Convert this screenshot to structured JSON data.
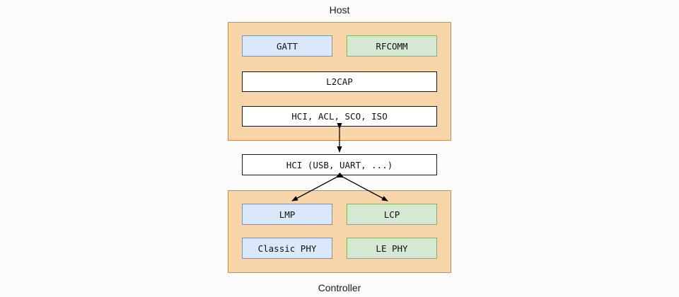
{
  "labels": {
    "host": "Host",
    "controller": "Controller"
  },
  "host_section": {
    "caption": "Host",
    "boxes": [
      {
        "id": "gatt",
        "label": "GATT",
        "variant": "blue"
      },
      {
        "id": "rfcomm",
        "label": "RFCOMM",
        "variant": "green"
      },
      {
        "id": "l2cap",
        "label": "L2CAP",
        "variant": "white"
      },
      {
        "id": "hci_acl_sco_iso",
        "label": "HCI, ACL, SCO, ISO",
        "variant": "white"
      }
    ]
  },
  "transport": {
    "label": "HCI (USB, UART, ...)"
  },
  "controller_section": {
    "caption": "Controller",
    "boxes": [
      {
        "id": "lmp",
        "label": "LMP",
        "variant": "blue"
      },
      {
        "id": "lcp",
        "label": "LCP",
        "variant": "green"
      },
      {
        "id": "classic_phy",
        "label": "Classic PHY",
        "variant": "blue"
      },
      {
        "id": "le_phy",
        "label": "LE PHY",
        "variant": "green"
      }
    ]
  },
  "connections": [
    {
      "from": "hci_acl_sco_iso",
      "to": "transport",
      "style": "double-arrow"
    },
    {
      "from": "transport",
      "to": "lmp",
      "style": "double-arrow"
    },
    {
      "from": "transport",
      "to": "lcp",
      "style": "double-arrow"
    }
  ],
  "colors": {
    "background": "#fcfcfc",
    "container_fill": "#f8d6a9",
    "container_stroke": "#c98c48",
    "blue_fill": "#dae8fc",
    "blue_stroke": "#7d93b6",
    "green_fill": "#d5e8d4",
    "green_stroke": "#82b366",
    "white_fill": "#ffffff",
    "white_stroke": "#1a1a1a",
    "arrow": "#000000",
    "text": "#121212"
  }
}
